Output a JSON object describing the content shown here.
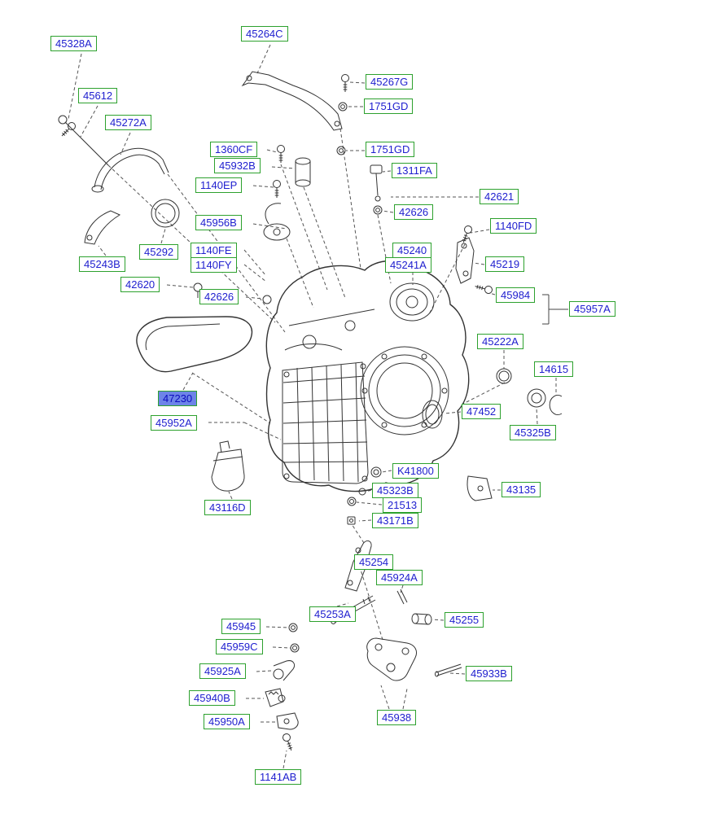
{
  "style": {
    "label_border": "#2da12e",
    "label_text": "#2020cf",
    "highlight_bg": "#6d84e8",
    "highlight_text": "#0d0dbd",
    "line_color": "#333333"
  },
  "diagram": {
    "kind": "exploded-parts-diagram",
    "subject": "automatic transaxle case and oil filter",
    "highlighted_part": "47230"
  },
  "labels": [
    {
      "text": "45328A"
    },
    {
      "text": "45264C"
    },
    {
      "text": "45612"
    },
    {
      "text": "45272A"
    },
    {
      "text": "45267G"
    },
    {
      "text": "1751GD"
    },
    {
      "text": "1360CF"
    },
    {
      "text": "45932B"
    },
    {
      "text": "1751GD"
    },
    {
      "text": "1140EP"
    },
    {
      "text": "1311FA"
    },
    {
      "text": "42621"
    },
    {
      "text": "42626"
    },
    {
      "text": "45956B"
    },
    {
      "text": "1140FD"
    },
    {
      "text": "45292"
    },
    {
      "text": "1140FE"
    },
    {
      "text": "1140FY"
    },
    {
      "text": "45243B"
    },
    {
      "text": "45240"
    },
    {
      "text": "45241A"
    },
    {
      "text": "45219"
    },
    {
      "text": "42620"
    },
    {
      "text": "45984"
    },
    {
      "text": "42626"
    },
    {
      "text": "45957A"
    },
    {
      "text": "45222A"
    },
    {
      "text": "14615"
    },
    {
      "text": "47230"
    },
    {
      "text": "47452"
    },
    {
      "text": "45325B"
    },
    {
      "text": "45952A"
    },
    {
      "text": "K41800"
    },
    {
      "text": "45323B"
    },
    {
      "text": "21513"
    },
    {
      "text": "43135"
    },
    {
      "text": "43171B"
    },
    {
      "text": "43116D"
    },
    {
      "text": "45254"
    },
    {
      "text": "45924A"
    },
    {
      "text": "45253A"
    },
    {
      "text": "45255"
    },
    {
      "text": "45945"
    },
    {
      "text": "45959C"
    },
    {
      "text": "45925A"
    },
    {
      "text": "45933B"
    },
    {
      "text": "45940B"
    },
    {
      "text": "45950A"
    },
    {
      "text": "45938"
    },
    {
      "text": "1141AB"
    }
  ]
}
